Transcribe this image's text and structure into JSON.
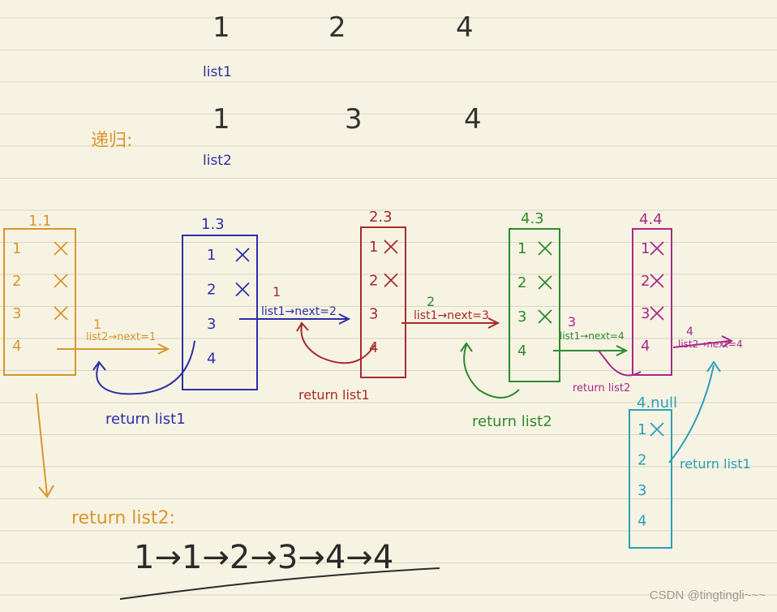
{
  "header": {
    "list1_values": [
      "1",
      "2",
      "4"
    ],
    "list1_label": "list1",
    "list2_values": [
      "1",
      "3",
      "4"
    ],
    "list2_label": "list2",
    "recursion_label": "递归:"
  },
  "frames": [
    {
      "id": "f1",
      "title": "1.1",
      "color": "#d8962e",
      "items": [
        "1",
        "2",
        "3",
        "4"
      ],
      "crossed": [
        0,
        1,
        2
      ],
      "call_num": "1",
      "call_label": "list2→next=1"
    },
    {
      "id": "f2",
      "title": "1.3",
      "color": "#2b2fa6",
      "items": [
        "1",
        "2",
        "3",
        "4"
      ],
      "crossed": [
        0,
        1
      ],
      "call_num": "1",
      "call_label": "list1→next=2",
      "return_label": "return list1"
    },
    {
      "id": "f3",
      "title": "2.3",
      "color": "#a82a2a",
      "items": [
        "1",
        "2",
        "3",
        "4"
      ],
      "crossed": [
        0,
        1
      ],
      "call_num": "2",
      "call_label": "list1→next=3",
      "return_label": "return list1"
    },
    {
      "id": "f4",
      "title": "4.3",
      "color": "#2d8a2d",
      "items": [
        "1",
        "2",
        "3",
        "4"
      ],
      "crossed": [
        0,
        1,
        2
      ],
      "call_num": "3",
      "call_label": "list1→next=4",
      "return_label": "return list2"
    },
    {
      "id": "f5",
      "title": "4.4",
      "color": "#a8288a",
      "items": [
        "1",
        "2",
        "3",
        "4"
      ],
      "crossed": [
        0,
        1,
        2
      ],
      "call_num": "4",
      "call_label": "list2→next=4",
      "return_label": "return list2"
    },
    {
      "id": "f6",
      "title": "4.null",
      "color": "#2aa0b8",
      "items": [
        "1",
        "2",
        "3",
        "4"
      ],
      "crossed": [
        0
      ],
      "return_label": "return list1"
    }
  ],
  "result": {
    "label": "return list2:",
    "chain": "1→1→2→3→4→4"
  },
  "watermark": "CSDN @tingtingli~~~"
}
